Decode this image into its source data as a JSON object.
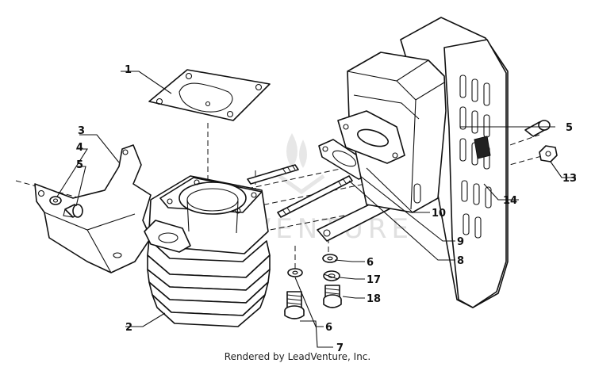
{
  "diagram": {
    "callouts": [
      {
        "id": "c1",
        "label": "1"
      },
      {
        "id": "c2",
        "label": "2"
      },
      {
        "id": "c3",
        "label": "3"
      },
      {
        "id": "c4",
        "label": "4"
      },
      {
        "id": "c5a",
        "label": "5"
      },
      {
        "id": "c5b",
        "label": "5"
      },
      {
        "id": "c6a",
        "label": "6"
      },
      {
        "id": "c6b",
        "label": "6"
      },
      {
        "id": "c7",
        "label": "7"
      },
      {
        "id": "c8",
        "label": "8"
      },
      {
        "id": "c9",
        "label": "9"
      },
      {
        "id": "c10",
        "label": "10"
      },
      {
        "id": "c13",
        "label": "13"
      },
      {
        "id": "c14",
        "label": "14"
      },
      {
        "id": "c17",
        "label": "17"
      },
      {
        "id": "c18",
        "label": "18"
      }
    ],
    "watermark": "VENTURE",
    "credit": "Rendered by LeadVenture, Inc."
  }
}
